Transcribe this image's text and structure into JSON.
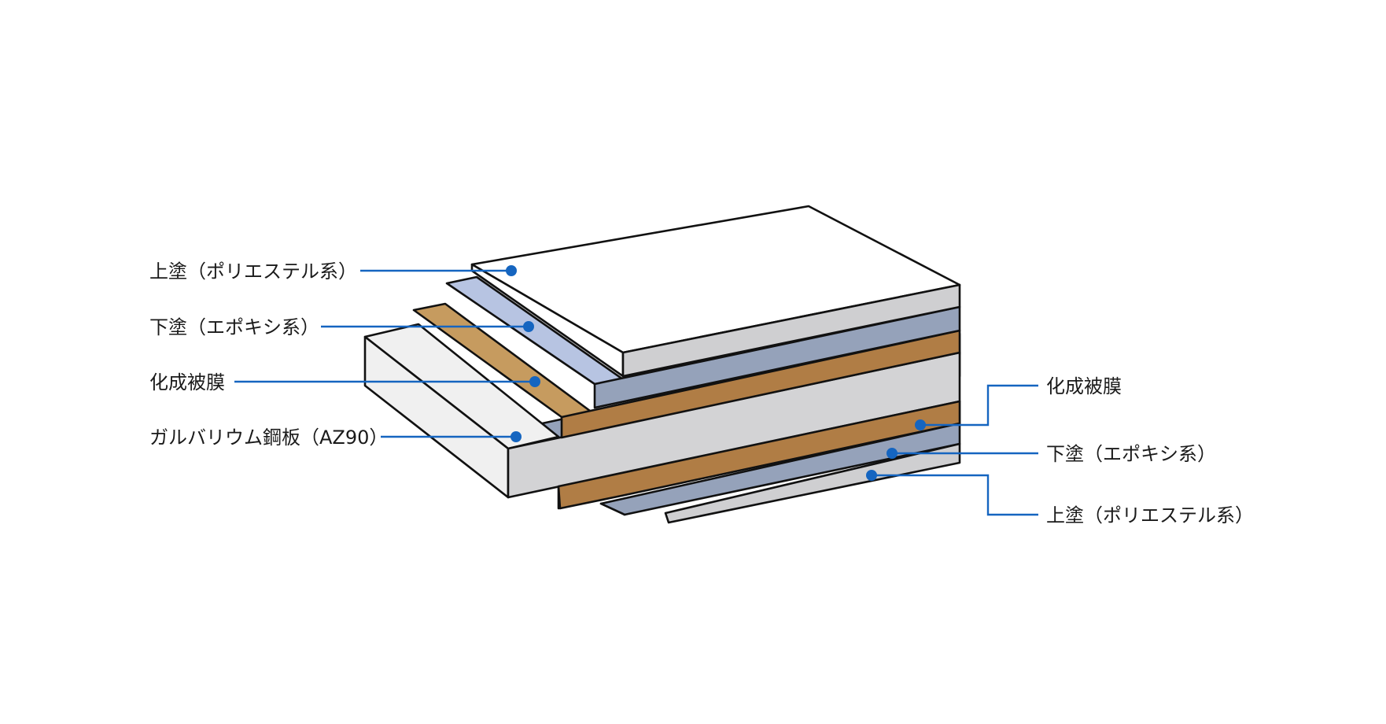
{
  "colors": {
    "accent": "#1565c0",
    "outline": "#111111",
    "topcoat_top": "#ffffff",
    "topcoat_side": "#cfcfd1",
    "undercoat_top": "#b7c4e2",
    "undercoat_side": "#95a2ba",
    "conversion_top": "#c69b5f",
    "conversion_side": "#b07d45",
    "steel_top": "#f0f0f0",
    "steel_side": "#d3d3d5"
  },
  "labels_left": [
    {
      "text": "上塗（ポリエステル系）",
      "layer": "topcoat"
    },
    {
      "text": "下塗（エポキシ系）",
      "layer": "undercoat"
    },
    {
      "text": "化成被膜",
      "layer": "conversion-coating"
    },
    {
      "text": "ガルバリウム鋼板（AZ90）",
      "layer": "galvalume-steel"
    }
  ],
  "labels_right": [
    {
      "text": "化成被膜",
      "layer": "conversion-coating-back"
    },
    {
      "text": "下塗（エポキシ系）",
      "layer": "undercoat-back"
    },
    {
      "text": "上塗（ポリエステル系）",
      "layer": "topcoat-back"
    }
  ]
}
